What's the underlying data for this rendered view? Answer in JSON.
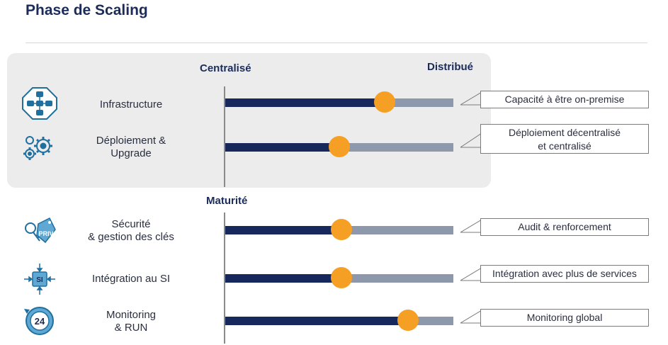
{
  "title": "Phase de Scaling",
  "headers": {
    "centralise": "Centralisé",
    "distribue": "Distribué",
    "maturite": "Maturité"
  },
  "colors": {
    "navy": "#17285c",
    "track": "#8e98ac",
    "marker": "#f5a024",
    "icon": "#1f6f9f"
  },
  "rows": [
    {
      "label": "Infrastructure",
      "icon": "server-network-icon",
      "level": 0.7,
      "callout": "Capacité à être on-premise"
    },
    {
      "label": "Déploiement &\nUpgrade",
      "icon": "gears-icon",
      "level": 0.5,
      "callout": "Déploiement décentralisé\net centralisé"
    },
    {
      "label": "Sécurité\n& gestion des clés",
      "icon": "key-tag-icon",
      "level": 0.51,
      "icon_text": "PRIV",
      "callout": "Audit & renforcement"
    },
    {
      "label": "Intégration au SI",
      "icon": "integration-icon",
      "level": 0.51,
      "icon_text": "SI",
      "callout": "Intégration avec plus de services"
    },
    {
      "label": "Monitoring\n& RUN",
      "icon": "clock-24-icon",
      "level": 0.8,
      "icon_text": "24",
      "callout": "Monitoring global"
    }
  ]
}
